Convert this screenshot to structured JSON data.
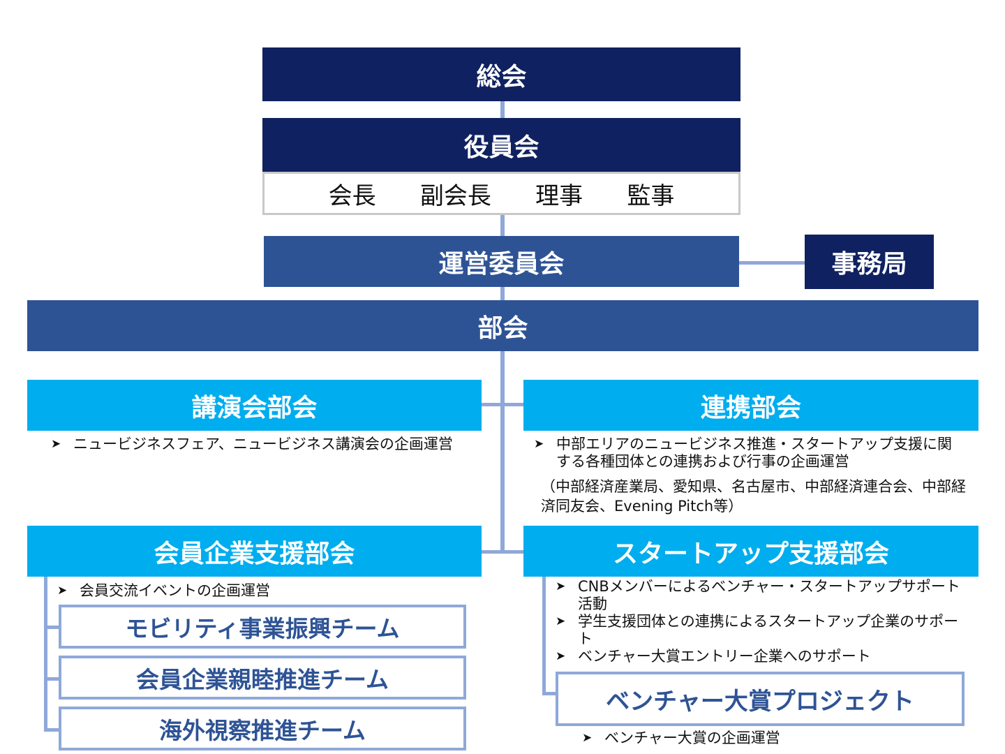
{
  "diagram": {
    "general_assembly": "総会",
    "board": {
      "title": "役員会",
      "positions": [
        "会長",
        "副会長",
        "理事",
        "監事"
      ]
    },
    "steering_committee": "運営委員会",
    "secretariat": "事務局",
    "subcommittees": "部会",
    "lecture": {
      "title": "講演会部会",
      "bullets": [
        "ニュービジネスフェア、ニュービジネス講演会の企画運営"
      ]
    },
    "liaison": {
      "title": "連携部会",
      "bullets": [
        "中部エリアのニュービジネス推進・スタートアップ支援に関する各種団体との連携および行事の企画運営"
      ],
      "note": "（中部経済産業局、愛知県、名古屋市、中部経済連合会、中部経済同友会、Evening Pitch等）"
    },
    "member_support": {
      "title": "会員企業支援部会",
      "bullets": [
        "会員交流イベントの企画運営"
      ],
      "teams": [
        "モビリティ事業振興チーム",
        "会員企業親睦推進チーム",
        "海外視察推進チーム"
      ]
    },
    "startup_support": {
      "title": "スタートアップ支援部会",
      "bullets": [
        "CNBメンバーによるベンチャー・スタートアップサポート活動",
        "学生支援団体との連携によるスタートアップ企業のサポート",
        "ベンチャー大賞エントリー企業へのサポート"
      ],
      "project": {
        "title": "ベンチャー大賞プロジェクト",
        "bullets": [
          "ベンチャー大賞の企画運営"
        ]
      }
    }
  },
  "colors": {
    "navy": "#0f2160",
    "blue": "#2e5395",
    "cyan": "#00adee",
    "connector": "#8fa8d8"
  }
}
